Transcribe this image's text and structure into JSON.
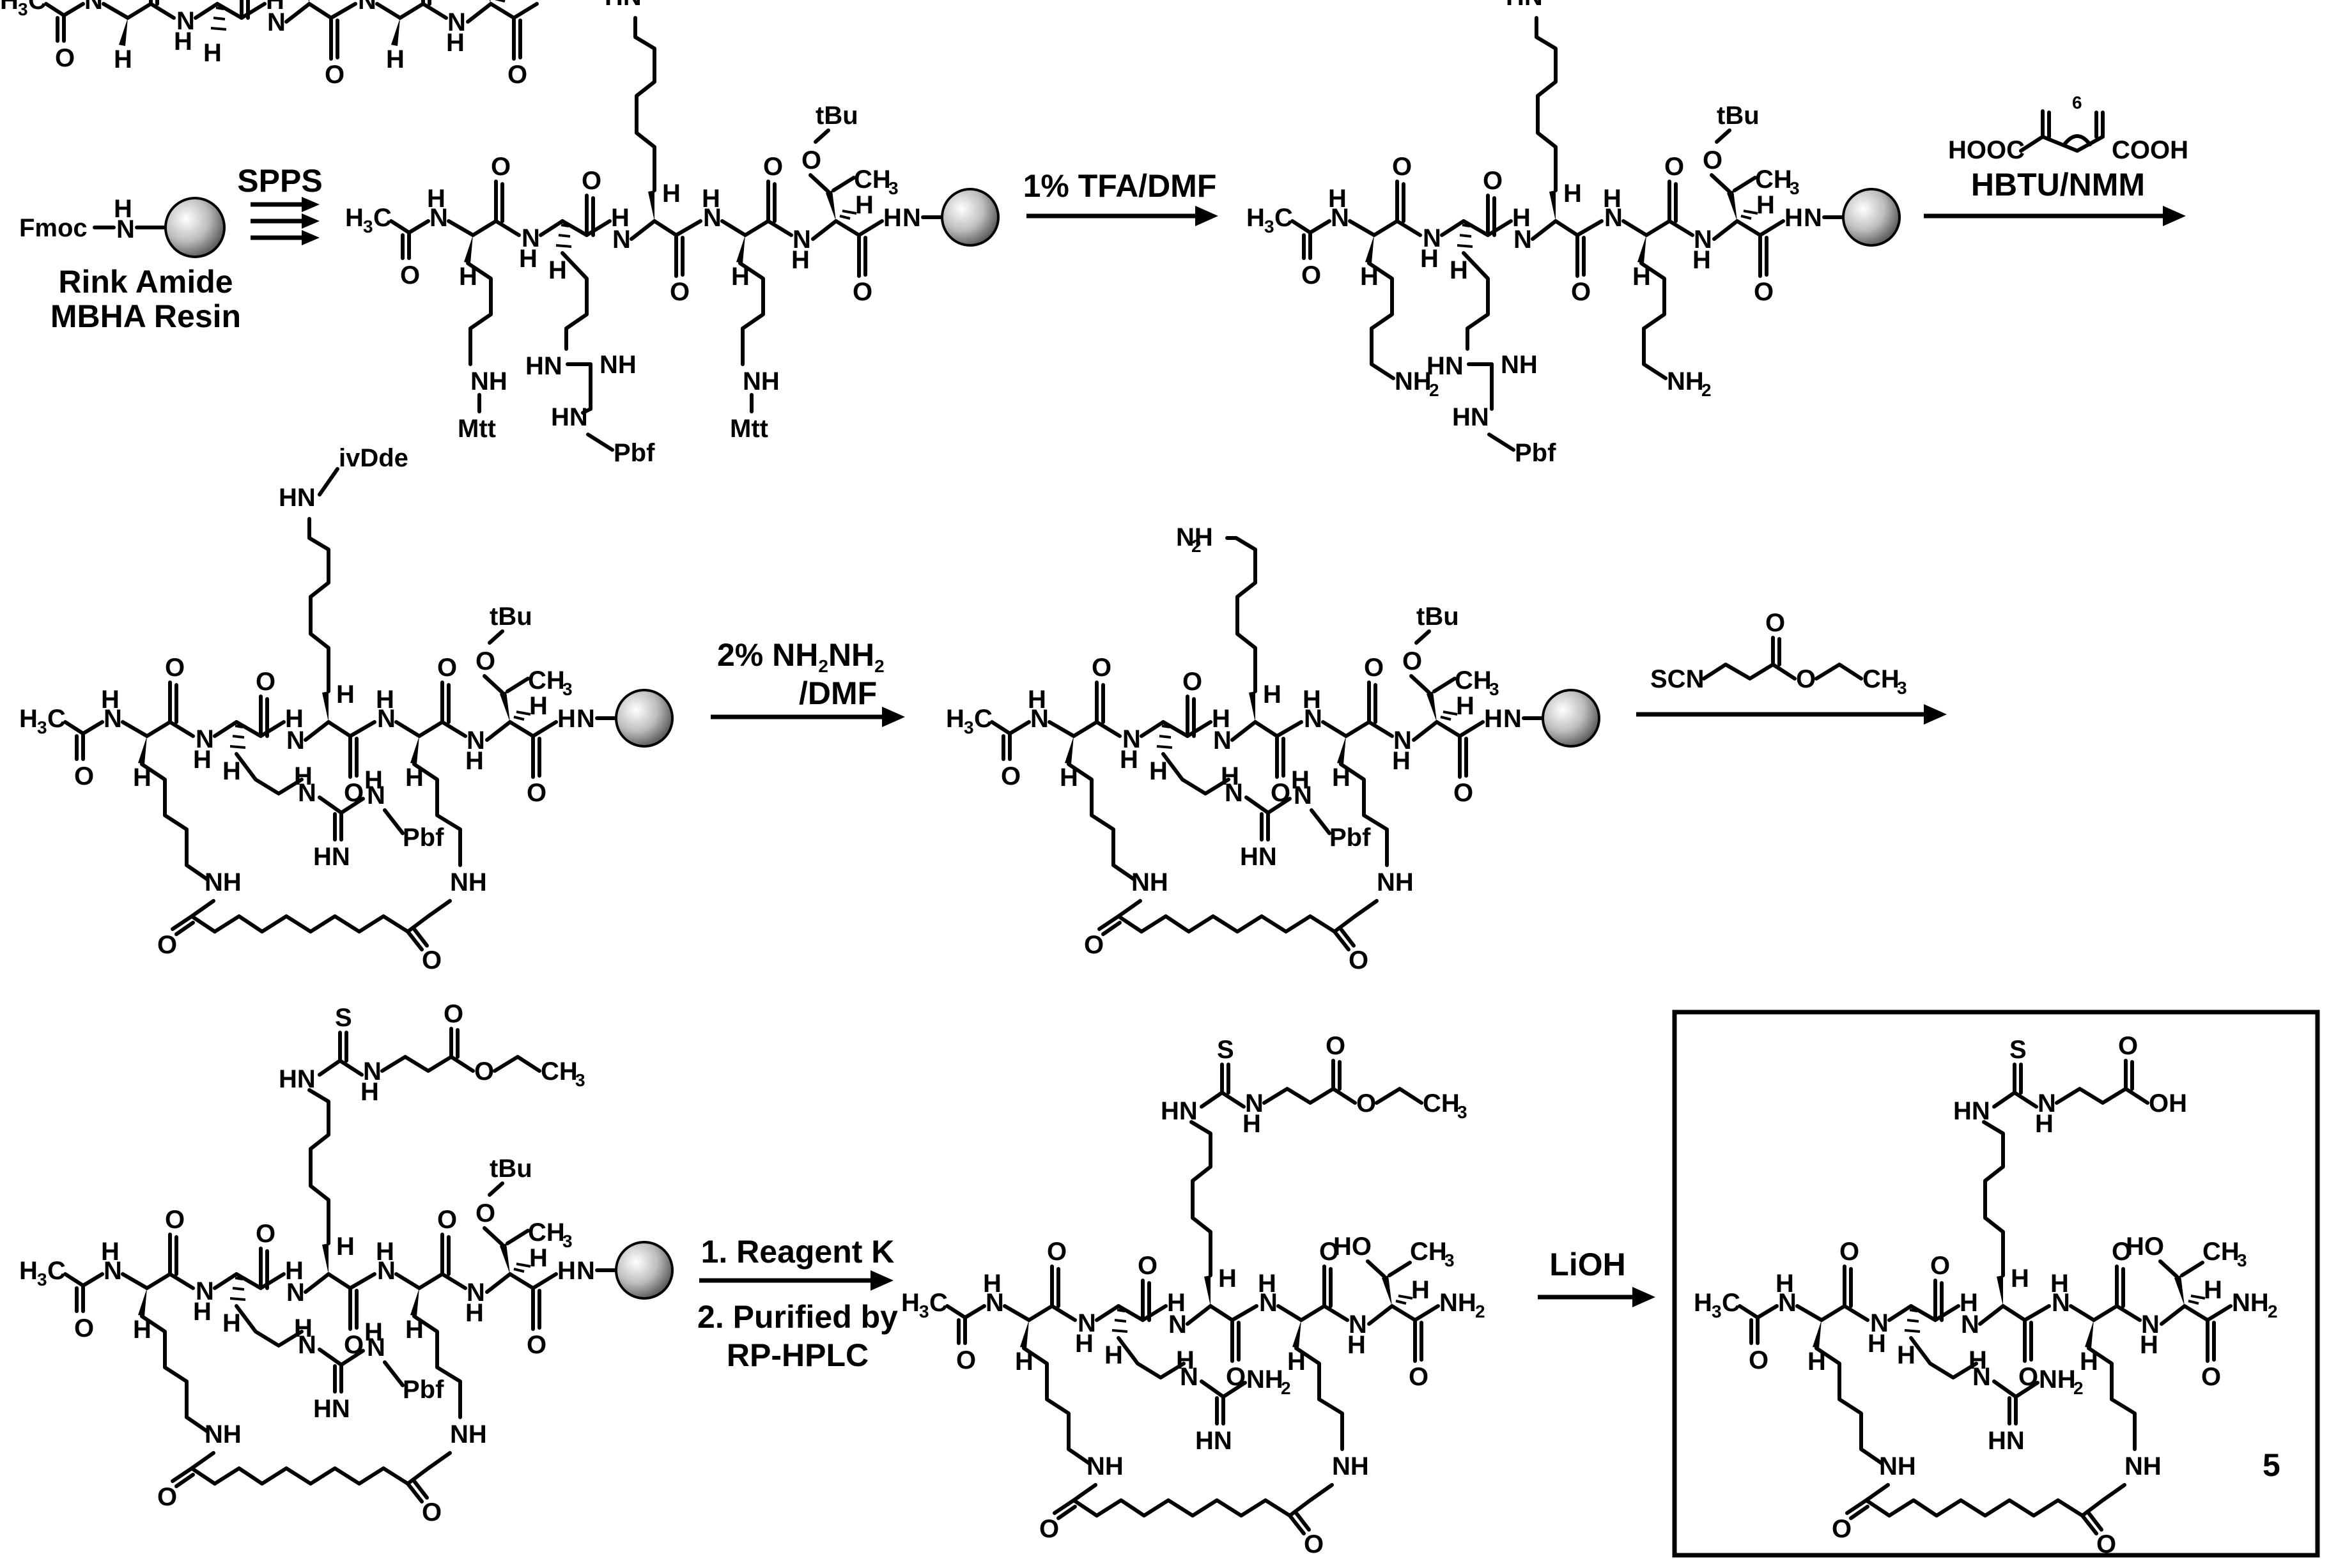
{
  "start": {
    "protecting_group": "Fmoc",
    "resin_name": "Rink Amide",
    "resin_type": "MBHA Resin"
  },
  "step1": {
    "label": "SPPS"
  },
  "step2": {
    "label": "1% TFA/DMF"
  },
  "step3": {
    "reagent_left": "HOOC",
    "reagent_right": "COOH",
    "reagent_n": "6",
    "label": "HBTU/NMM"
  },
  "step4": {
    "line1": "2% NH",
    "line1_sub1": "2",
    "line1_mid": "NH",
    "line1_sub2": "2",
    "line2": "/DMF"
  },
  "step5": {
    "reagent_left": "SCN",
    "reagent_right": "CH",
    "reagent_right_sub": "3"
  },
  "step6": {
    "line1": "1. Reagent K",
    "line2": "2. Purified by",
    "line3": "RP-HPLC"
  },
  "step7": {
    "label": "LiOH"
  },
  "compound": {
    "number": "5"
  },
  "atoms": {
    "acetyl_ch3": "H",
    "acetyl_c": "C",
    "sub3": "3",
    "sub2": "2",
    "nh": "NH",
    "hn": "HN",
    "h": "H",
    "n": "N",
    "o": "O",
    "s": "S",
    "ivdde": "ivDde",
    "tbu": "tBu",
    "mtt": "Mtt",
    "pbf": "Pbf",
    "nh2": "NH",
    "oh": "OH",
    "ho": "HO",
    "ch3": "CH"
  }
}
